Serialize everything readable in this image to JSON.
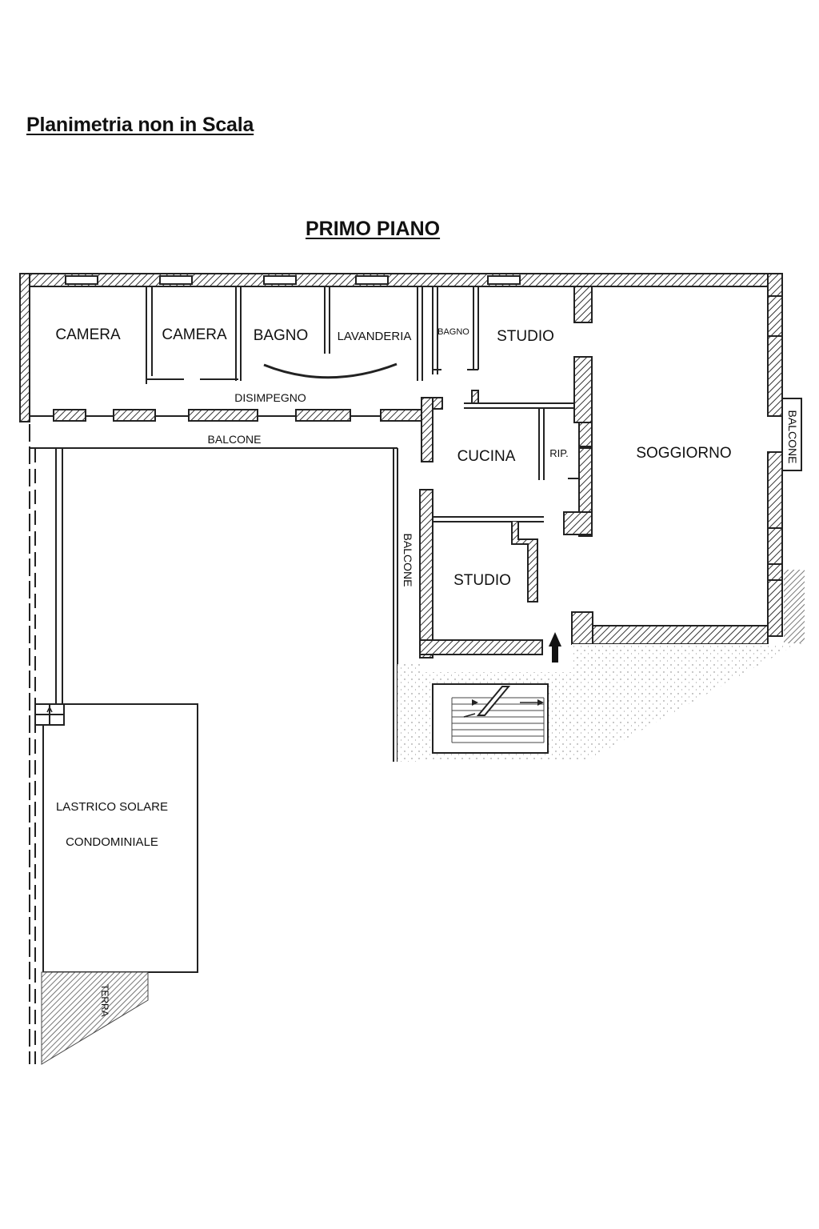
{
  "header": {
    "title": "Planimetria non in Scala",
    "floor": "PRIMO PIANO"
  },
  "rooms": {
    "camera_1": "CAMERA",
    "camera_2": "CAMERA",
    "bagno_1": "BAGNO",
    "lavanderia": "LAVANDERIA",
    "bagno_2": "BAGNO",
    "studio_1": "STUDIO",
    "disimpegno": "DISIMPEGNO",
    "balcone_1": "BALCONE",
    "cucina": "CUCINA",
    "rip": "RIP.",
    "soggiorno": "SOGGIORNO",
    "balcone_2": "BALCONE",
    "balcone_3": "BALCONE",
    "studio_2": "STUDIO",
    "lastrico_1": "LASTRICO SOLARE",
    "lastrico_2": "CONDOMINIALE",
    "terrazzo": "TERRA"
  },
  "colors": {
    "wall": "#222222",
    "hatch": "#444444",
    "background": "#ffffff"
  }
}
